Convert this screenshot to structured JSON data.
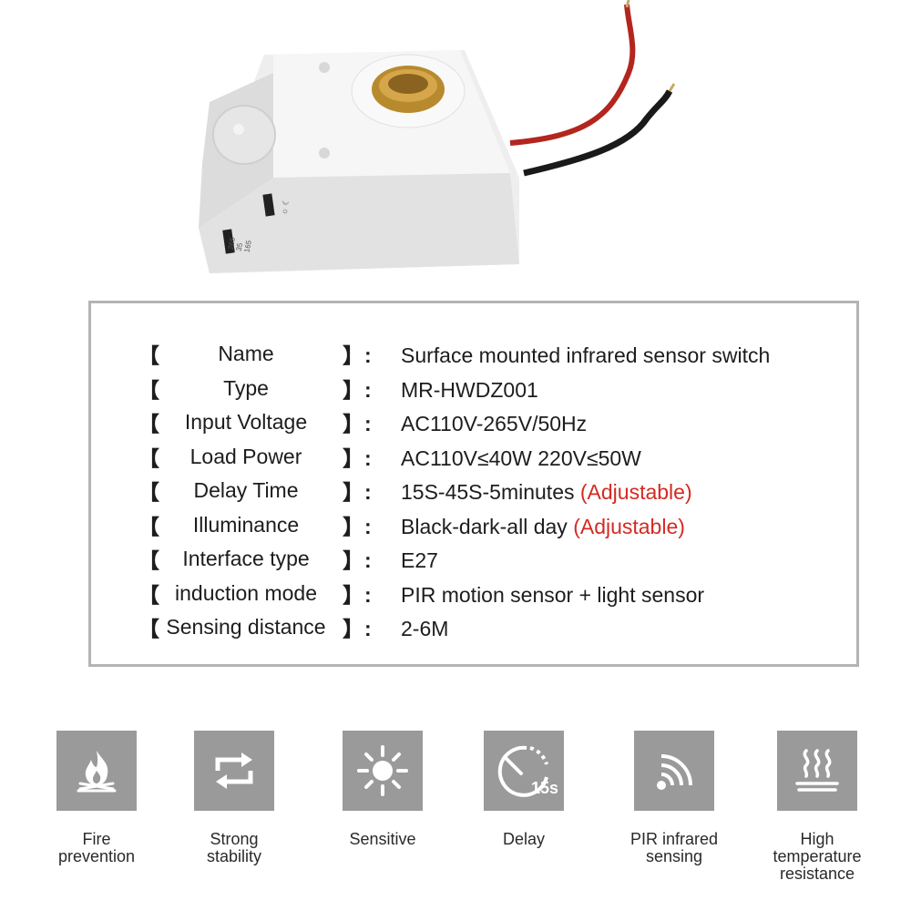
{
  "specs": [
    {
      "key": "Name",
      "value": "Surface mounted infrared sensor switch",
      "note": ""
    },
    {
      "key": "Type",
      "value": "MR-HWDZ001",
      "note": ""
    },
    {
      "key": "Input Voltage",
      "value": "AC110V-265V/50Hz",
      "note": ""
    },
    {
      "key": "Load Power",
      "value": "AC110V≤40W 220V≤50W",
      "note": ""
    },
    {
      "key": "Delay Time",
      "value": "15S-45S-5minutes",
      "note": "(Adjustable)"
    },
    {
      "key": "Illuminance",
      "value": "Black-dark-all day",
      "note": "(Adjustable)"
    },
    {
      "key": "Interface type",
      "value": "E27",
      "note": ""
    },
    {
      "key": "induction mode",
      "value": "PIR motion sensor + light sensor",
      "note": ""
    },
    {
      "key": "Sensing distance",
      "value": "2-6M",
      "note": ""
    }
  ],
  "punct": {
    "open": "【",
    "close": "】",
    "colon": ":"
  },
  "switch_labels": {
    "delay": [
      "265",
      "35",
      "165"
    ]
  },
  "delay_badge": "15s",
  "features": [
    {
      "icon": "fire-icon",
      "label": "Fire prevention"
    },
    {
      "icon": "cycle-arrows-icon",
      "label": "Strong stability"
    },
    {
      "icon": "sun-icon",
      "label": "Sensitive"
    },
    {
      "icon": "timer-icon",
      "label": "Delay"
    },
    {
      "icon": "signal-waves-icon",
      "label": "PIR infrared sensing"
    },
    {
      "icon": "heat-waves-icon",
      "label": "High temperature resistance"
    }
  ],
  "colors": {
    "accent": "#d42a22",
    "tile": "#9a9a9a",
    "border": "#b4b4b4"
  }
}
